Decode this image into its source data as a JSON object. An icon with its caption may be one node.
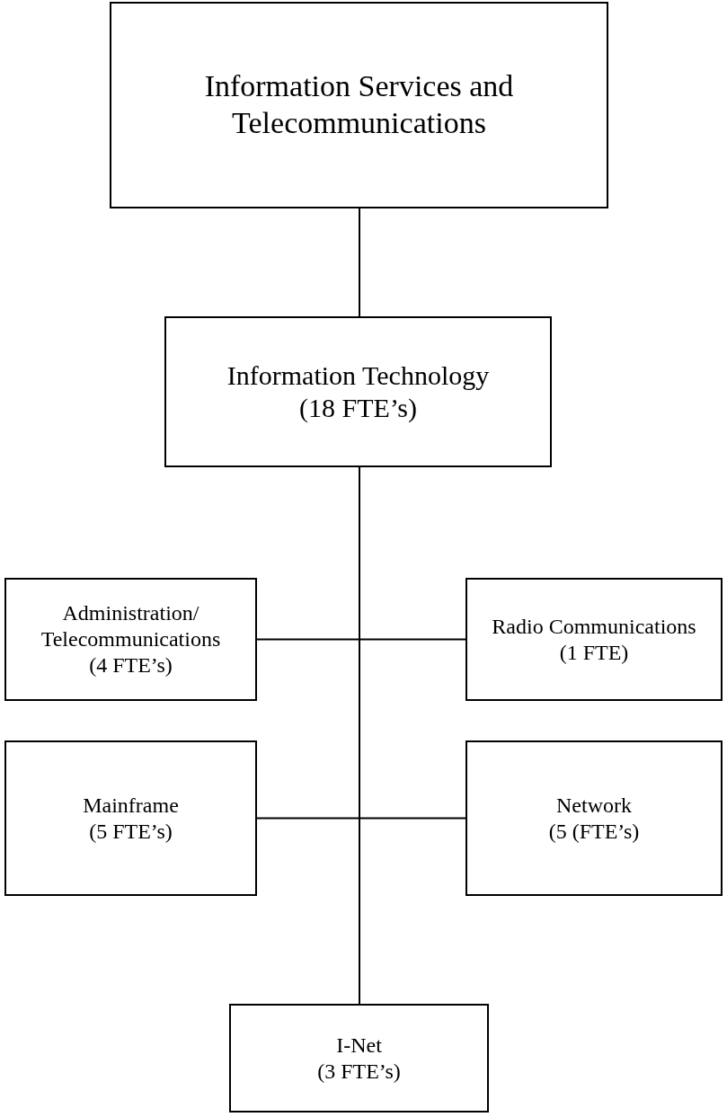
{
  "diagram": {
    "nodes": [
      {
        "text": [
          "Information Services and Telecommunications"
        ]
      },
      {
        "text": [
          "Information Technology",
          "(18 FTE’s)"
        ]
      },
      {
        "text": [
          "Administration/ Telecommunications",
          "(4 FTE’s)"
        ]
      },
      {
        "text": [
          "Radio Communications",
          "(1 FTE)"
        ]
      },
      {
        "text": [
          "Mainframe",
          "(5 FTE’s)"
        ]
      },
      {
        "text": [
          "Network",
          "(5 (FTE’s)"
        ]
      },
      {
        "text": [
          "I-Net",
          "(3 FTE’s)"
        ]
      }
    ],
    "edges": [
      {
        "from": 0,
        "to": 1,
        "arrow": "none"
      },
      {
        "from": 1,
        "to": 2,
        "arrow": "none"
      },
      {
        "from": 1,
        "to": 3,
        "arrow": "none"
      },
      {
        "from": 1,
        "to": 4,
        "arrow": "none"
      },
      {
        "from": 1,
        "to": 5,
        "arrow": "none"
      },
      {
        "from": 1,
        "to": 6,
        "arrow": "none"
      }
    ]
  }
}
